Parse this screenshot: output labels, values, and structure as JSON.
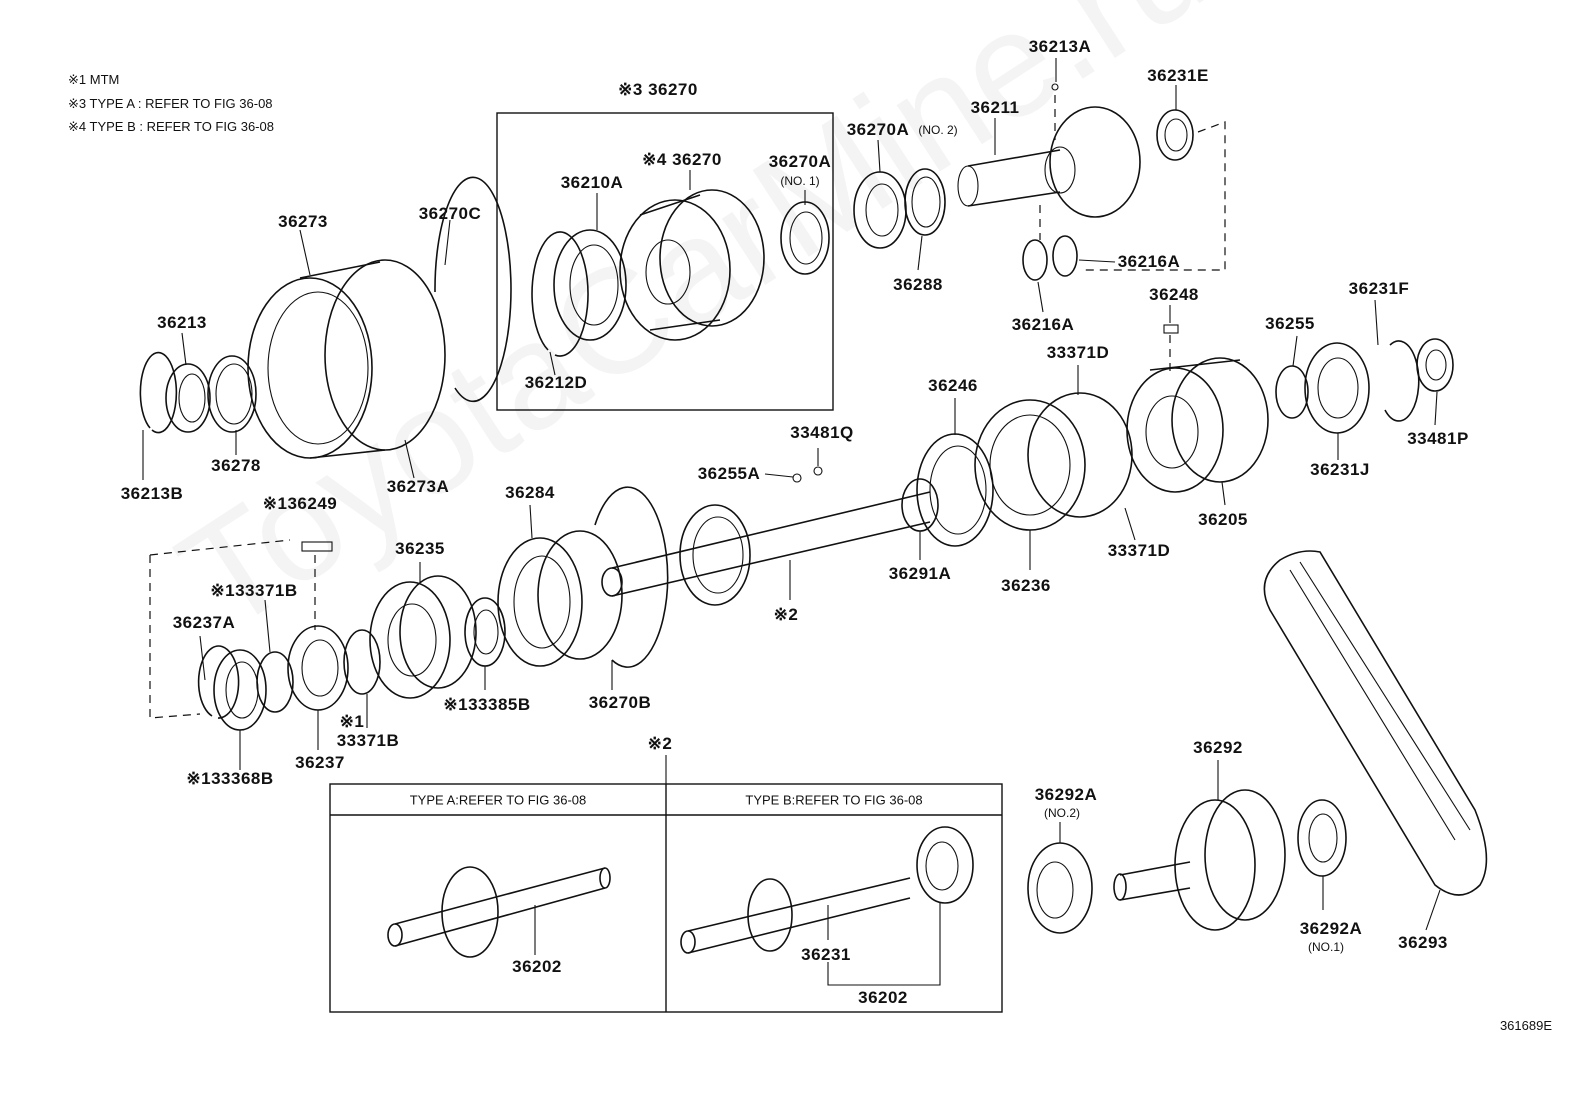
{
  "notes": [
    "※1 MTM",
    "※3 TYPE A : REFER TO FIG 36-08",
    "※4 TYPE B : REFER TO FIG 36-08"
  ],
  "watermark": "ToyotaCarMine.ru",
  "figure_number": "361689E",
  "panels": {
    "type_a_header": "TYPE A:REFER TO FIG 36-08",
    "type_b_header": "TYPE B:REFER TO FIG 36-08"
  },
  "parts": {
    "p36213A": "36213A",
    "p36231E": "36231E",
    "p36270_top": "※3 36270",
    "p36211": "36211",
    "p36270A_no2": "36270A",
    "sub_no2_a": "(NO. 2)",
    "p36270_inner": "※4 36270",
    "p36270A_no1": "36270A",
    "sub_no1_a": "(NO. 1)",
    "p36210A": "36210A",
    "p36273": "36273",
    "p36270C": "36270C",
    "p36288": "36288",
    "p36216A_r": "36216A",
    "p36216A_l": "36216A",
    "p36248": "36248",
    "p36231F": "36231F",
    "p36213": "36213",
    "p36255": "36255",
    "p33371D_top": "33371D",
    "p36212D": "36212D",
    "p36246": "36246",
    "p33481P": "33481P",
    "p36231J": "36231J",
    "p33481Q": "33481Q",
    "p36278": "36278",
    "p36213B": "36213B",
    "p36273A": "36273A",
    "p36255A": "36255A",
    "p36205": "36205",
    "p36249": "※136249",
    "p36284": "36284",
    "p36291A": "36291A",
    "p36236": "36236",
    "p33371D_bot": "33371D",
    "p36235": "36235",
    "p33371B_top": "※133371B",
    "p36237A": "36237A",
    "star2_shaft": "※2",
    "p36270B": "36270B",
    "p33385B": "※133385B",
    "star1_b": "※1",
    "p33371B_bot": "33371B",
    "p36237": "36237",
    "p33368B": "※133368B",
    "star2_box": "※2",
    "p36292": "36292",
    "p36292A_no2": "36292A",
    "sub_no2_b": "(NO.2)",
    "p36202_a": "36202",
    "p36231": "36231",
    "p36202_b": "36202",
    "p36292A_no1": "36292A",
    "sub_no1_b": "(NO.1)",
    "p36293": "36293"
  }
}
